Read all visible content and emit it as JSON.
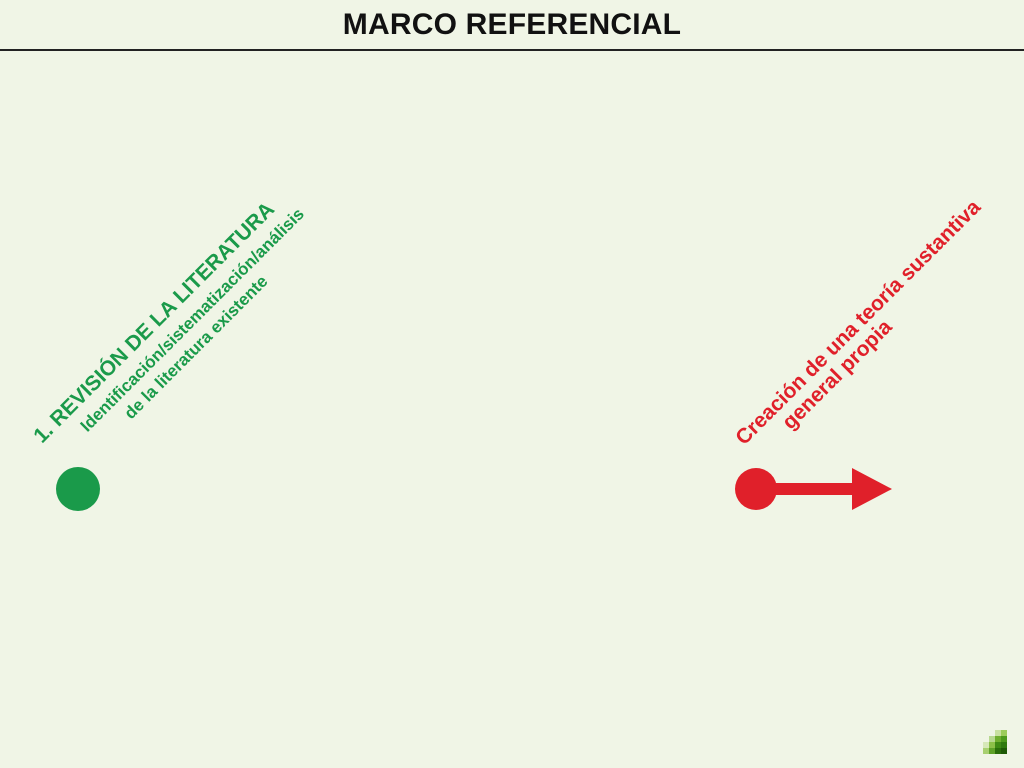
{
  "title": "MARCO REFERENCIAL",
  "steps": [
    {
      "heading": "1. REVISIÓN DE LA LITERATURA",
      "line1": "Identificación/sistematización/análisis",
      "line2": "de la literatura existente",
      "color": "#1a9a4a"
    },
    {
      "line1": "Creación de una teoría sustantiva",
      "line2": "general propia",
      "color": "#e0202a"
    }
  ],
  "logo_icon": "green-squares-logo-icon"
}
